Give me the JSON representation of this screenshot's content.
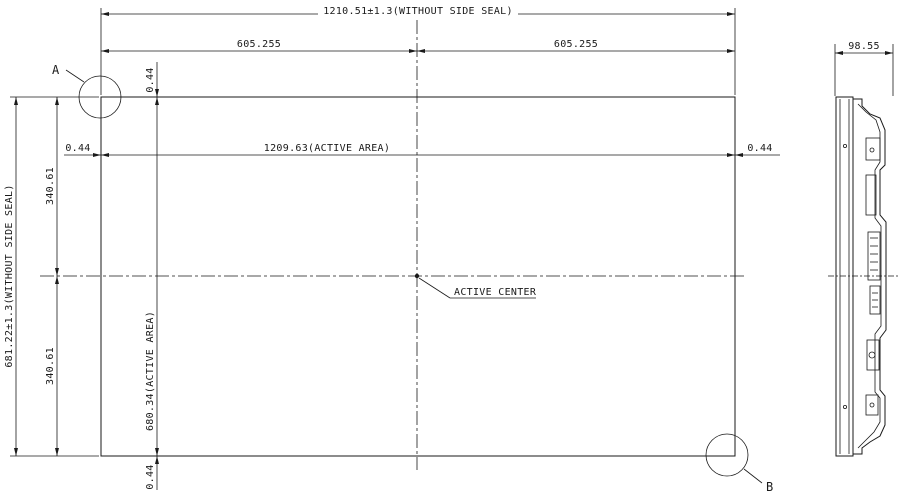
{
  "dimensions": {
    "overall_width": "1210.51±1.3(WITHOUT SIDE SEAL)",
    "half_width_left": "605.255",
    "half_width_right": "605.255",
    "active_width": "1209.63(ACTIVE AREA)",
    "border_left": "0.44",
    "border_right": "0.44",
    "border_top": "0.44",
    "border_bottom": "0.44",
    "overall_height": "681.22±1.3(WITHOUT SIDE SEAL)",
    "half_height_top": "340.61",
    "half_height_bottom": "340.61",
    "active_height": "680.34(ACTIVE AREA)",
    "depth": "98.55"
  },
  "labels": {
    "active_center": "ACTIVE CENTER",
    "detail_a": "A",
    "detail_b": "B"
  }
}
